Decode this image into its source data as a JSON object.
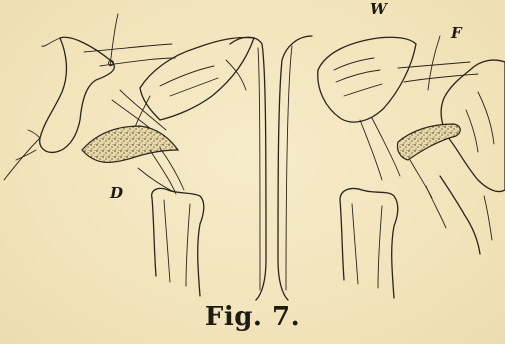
{
  "figure": {
    "caption": "Fig. 7.",
    "labels": {
      "w": "W",
      "f": "F",
      "d": "D"
    },
    "colors": {
      "paper": "#f3e6bf",
      "ink": "#2a241c"
    }
  }
}
